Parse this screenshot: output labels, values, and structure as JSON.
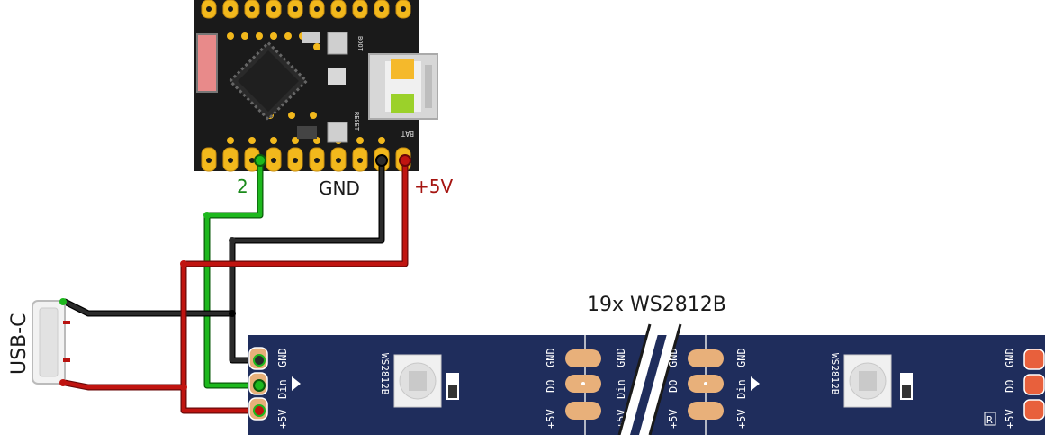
{
  "labels": {
    "pin_2": "2",
    "pin_gnd": "GND",
    "pin_5v": "+5V",
    "strip_count": "19x WS2812B",
    "usb": "USB-C"
  },
  "board": {
    "boot_label": "BOOT",
    "reset_label": "RESET",
    "bat_label": "BAT"
  },
  "strip": {
    "led_label": "WS2812B",
    "pad_in": [
      "GND",
      "Din",
      "+5V"
    ],
    "pad_out": [
      "GND",
      "DO",
      "+5V"
    ],
    "registered_mark": "R"
  },
  "colors": {
    "board": "#1a1a1a",
    "pad_gold": "#f2b81c",
    "strip_blue": "#1f2d5c",
    "wire_green": "#1db81d",
    "wire_black": "#1a1a1a",
    "wire_red": "#b8120f",
    "label_green": "#1a8a1a",
    "label_red": "#a51410",
    "copper_pad": "#e8b07a",
    "end_pad": "#e8603c"
  }
}
